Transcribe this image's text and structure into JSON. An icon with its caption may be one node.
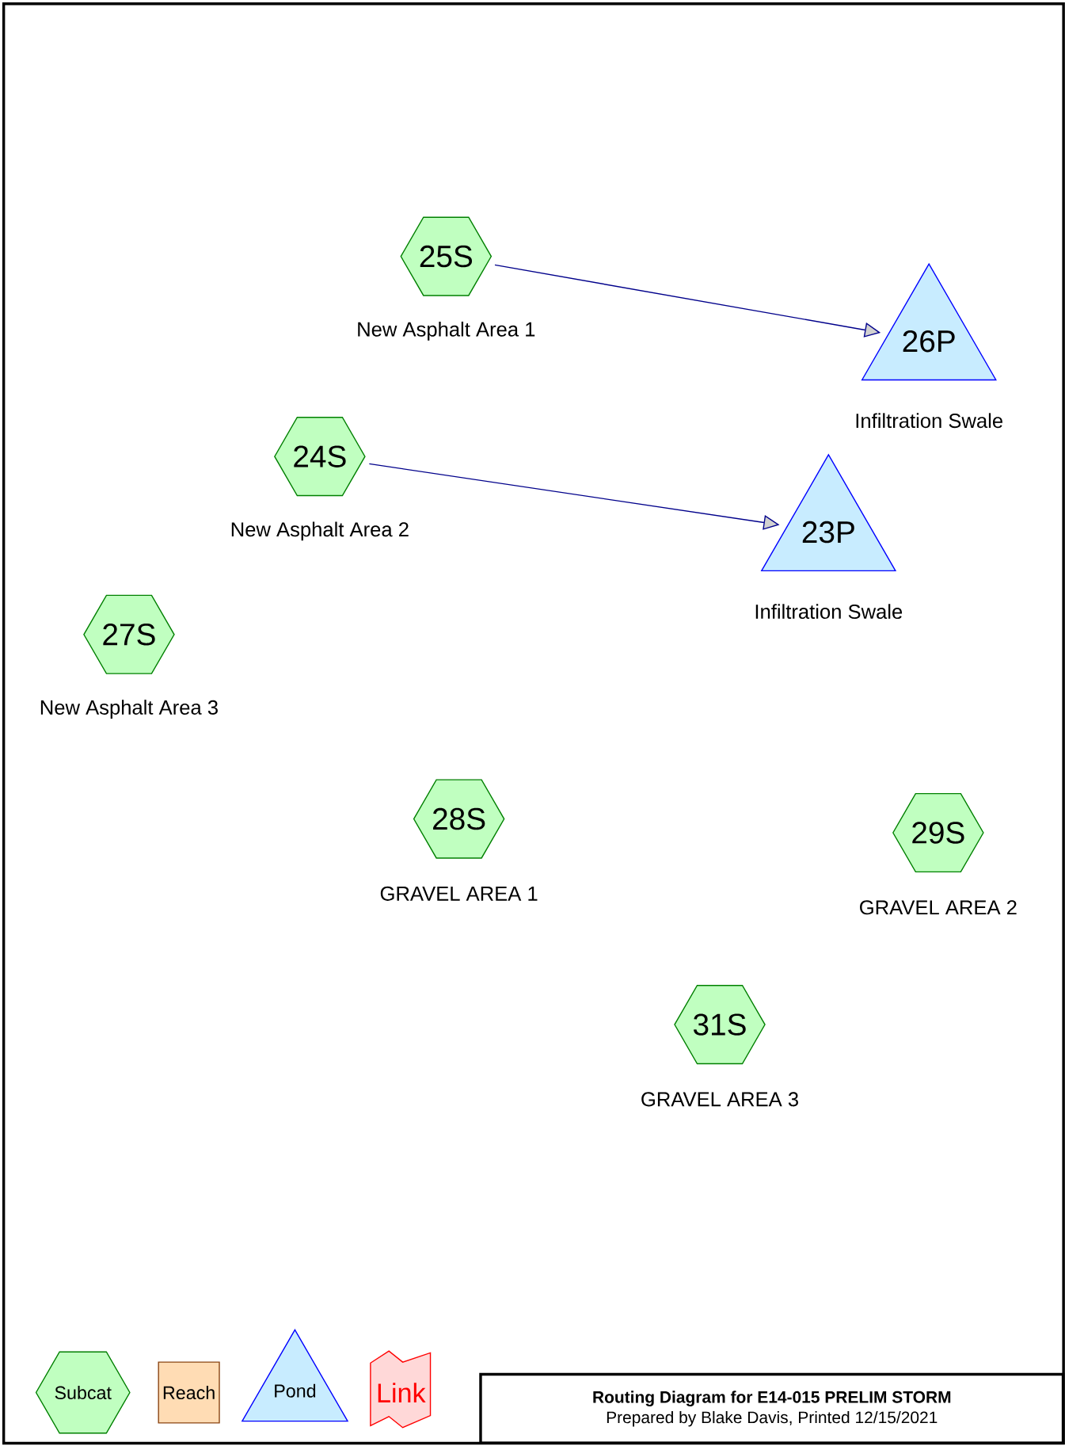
{
  "diagram": {
    "nodes": [
      {
        "text": [
          "25S"
        ],
        "beside": [
          "New Asphalt Area 1"
        ]
      },
      {
        "text": [
          "26P"
        ],
        "beside": [
          "Infiltration Swale"
        ]
      },
      {
        "text": [
          "24S"
        ],
        "beside": [
          "New Asphalt Area 2"
        ]
      },
      {
        "text": [
          "23P"
        ],
        "beside": [
          "Infiltration Swale"
        ]
      },
      {
        "text": [
          "27S"
        ],
        "beside": [
          "New Asphalt Area 3"
        ]
      },
      {
        "text": [
          "28S"
        ],
        "beside": [
          "GRAVEL AREA 1"
        ]
      },
      {
        "text": [
          "29S"
        ],
        "beside": [
          "GRAVEL AREA 2"
        ]
      },
      {
        "text": [
          "31S"
        ],
        "beside": [
          "GRAVEL AREA 3"
        ]
      },
      {
        "text": [
          "Routing Diagram for E14-015 PRELIM STORM",
          "Prepared by Blake Davis,  Printed 12/15/2021"
        ]
      }
    ],
    "edges": [
      {
        "from": 0,
        "to": 1,
        "arrow": "to"
      },
      {
        "from": 2,
        "to": 3,
        "arrow": "to"
      }
    ],
    "legend": [
      {
        "text": "Subcat"
      },
      {
        "text": "Reach"
      },
      {
        "text": "Pond"
      },
      {
        "text": "Link"
      }
    ]
  }
}
